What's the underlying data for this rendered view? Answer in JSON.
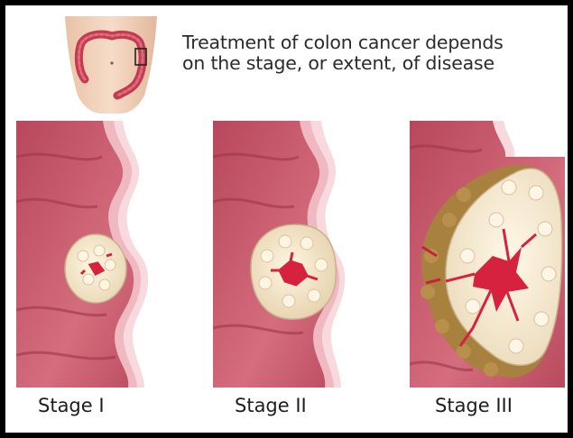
{
  "caption": {
    "line1": "Treatment of colon cancer depends",
    "line2": "on the stage, or extent, of disease"
  },
  "stages": [
    {
      "label": "Stage I"
    },
    {
      "label": "Stage II"
    },
    {
      "label": "Stage III"
    }
  ],
  "colors": {
    "frame": "#000000",
    "background": "#ffffff",
    "colon_tissue": "#c2566a",
    "muscle_layer": "#e8a3ae",
    "tumor": "#f3ead4",
    "blood": "#d6213f",
    "tumor_spread": "#a8813f"
  }
}
